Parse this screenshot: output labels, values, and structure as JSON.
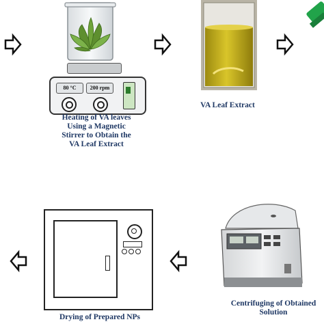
{
  "steps": {
    "heating": {
      "caption_lines": [
        "Heating of VA leaves",
        "Using a Magnetic",
        "Stirrer to Obtain the",
        "VA Leaf Extract"
      ],
      "temp_display": "80 °C",
      "rpm_display": "200 rpm"
    },
    "extract": {
      "caption": "VA Leaf Extract"
    },
    "centrifuge": {
      "caption_lines": [
        "Centrifuging of Obtained",
        "Solution"
      ]
    },
    "drying": {
      "caption": "Drying of Prepared NPs"
    }
  },
  "colors": {
    "caption_text": "#1f3864",
    "arrow_outline": "#111111",
    "extract_liquid": "#c8b21e"
  },
  "icons": {
    "flow_arrow": "hollow-right-arrow",
    "flow_arrow_left": "hollow-left-arrow"
  }
}
